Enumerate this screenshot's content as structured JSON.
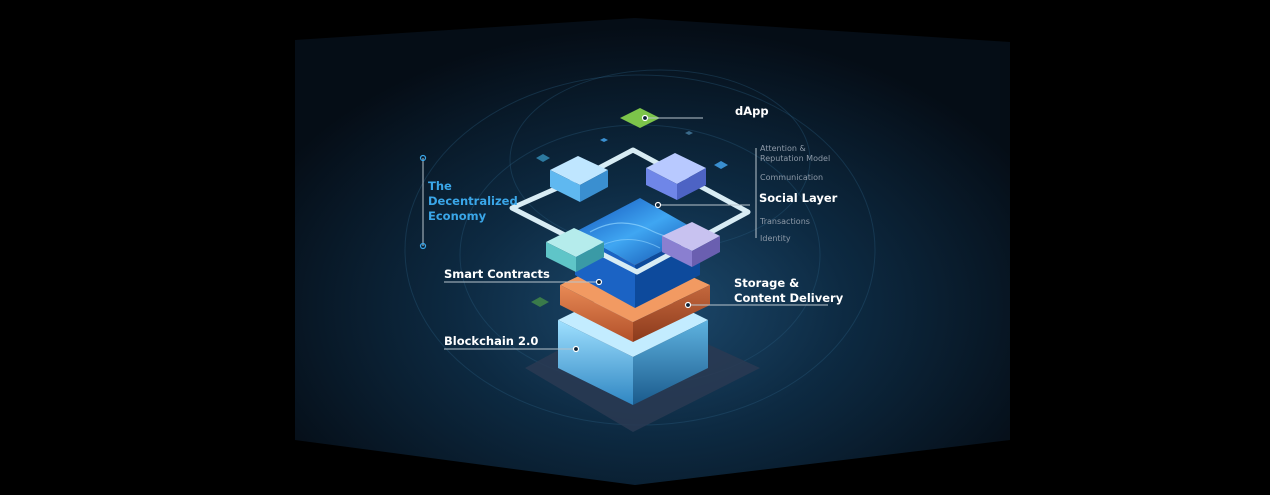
{
  "diagram": {
    "economy_label": [
      "The",
      "Decentralized",
      "Economy"
    ],
    "dapp_label": "dApp",
    "social_layer_label": "Social Layer",
    "social_sub_items": [
      "Attention &",
      "Reputation Model",
      "Communication",
      "Transactions",
      "Identity"
    ],
    "smart_contracts_label": "Smart Contracts",
    "storage_label": [
      "Storage &",
      "Content Delivery"
    ],
    "blockchain_label": "Blockchain 2.0"
  },
  "colors": {
    "background": "#000000",
    "panel": "#0b2236",
    "label": "#ffffff",
    "economy_accent": "#3aa6e8",
    "dapp_green": "#7cc44a",
    "storage_orange": "#d86a3a",
    "blockchain_blue": "#7fd0f5",
    "water_blue": "#1e78d8"
  }
}
